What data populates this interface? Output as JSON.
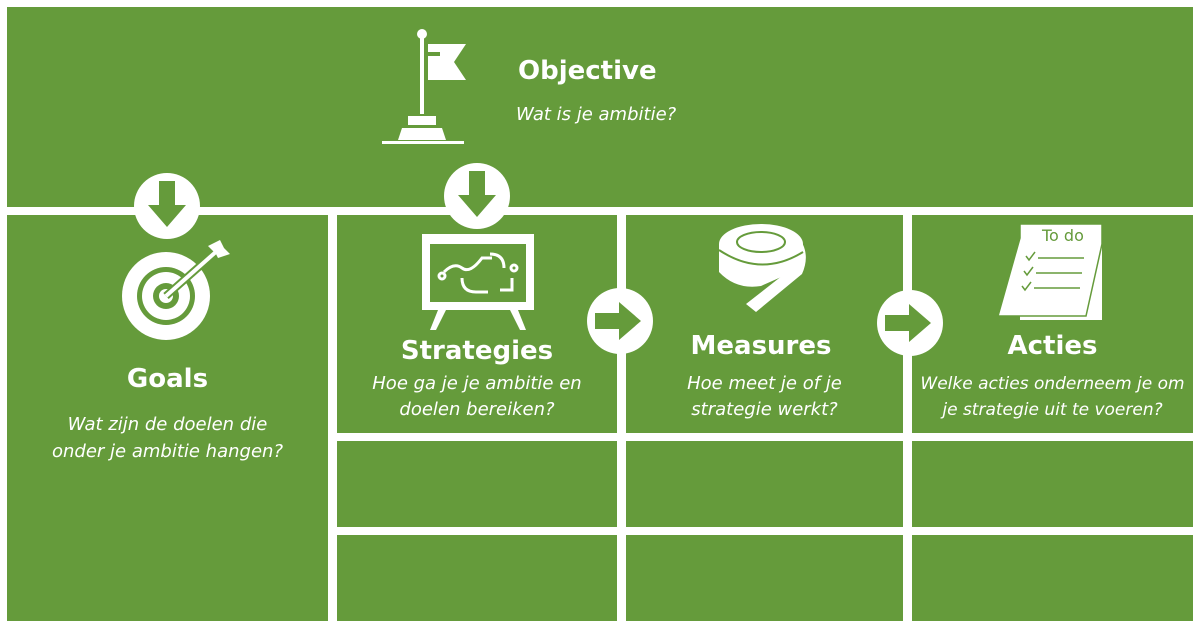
{
  "colors": {
    "green": "#659b3b",
    "white": "#ffffff"
  },
  "objective": {
    "title": "Objective",
    "subtitle": "Wat is je ambitie?",
    "icon": "flag-icon"
  },
  "goals": {
    "title": "Goals",
    "subtitle_lines": [
      "Wat zijn de doelen die",
      "onder je ambitie hangen?"
    ],
    "icon": "target-icon"
  },
  "strategies": {
    "title": "Strategies",
    "subtitle_lines": [
      "Hoe ga je je ambitie en",
      "doelen bereiken?"
    ],
    "icon": "whiteboard-icon"
  },
  "measures": {
    "title": "Measures",
    "subtitle_lines": [
      "Hoe meet je of je",
      "strategie werkt?"
    ],
    "icon": "tape-measure-icon"
  },
  "acties": {
    "title": "Acties",
    "subtitle_lines": [
      "Welke acties onderneem je om",
      "je strategie uit te voeren?"
    ],
    "icon": "todo-list-icon",
    "icon_text": "To do"
  }
}
